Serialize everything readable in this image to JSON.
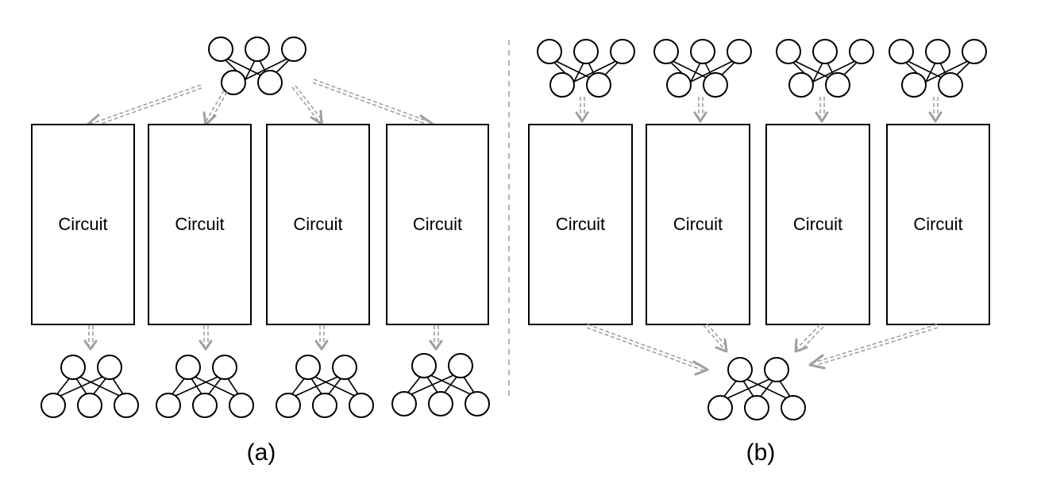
{
  "figure": {
    "panel_a": {
      "label": "(a)",
      "boxes": [
        "Circuit",
        "Circuit",
        "Circuit",
        "Circuit"
      ]
    },
    "panel_b": {
      "label": "(b)",
      "boxes": [
        "Circuit",
        "Circuit",
        "Circuit",
        "Circuit"
      ]
    }
  },
  "colors": {
    "flow_arrow": "#a0a0a0",
    "divider": "#9aa3a8",
    "stroke": "#000000"
  },
  "icons": {
    "network": "neural-network-icon",
    "flow": "double-dashed-arrow"
  }
}
